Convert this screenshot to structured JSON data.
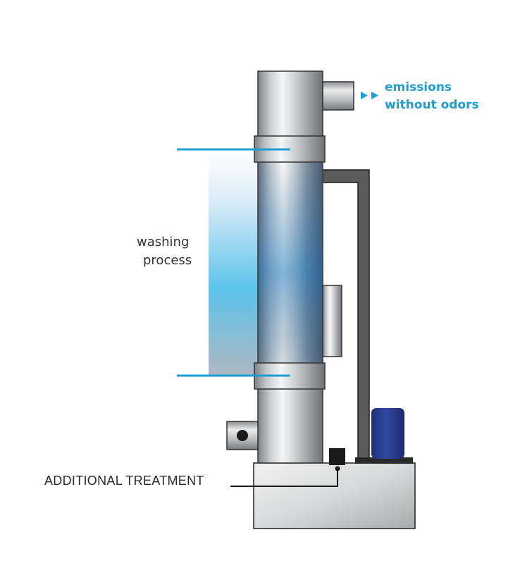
{
  "labels": {
    "emissions_line1": "emissions",
    "emissions_line2": "without odors",
    "washing_line1": "washing",
    "washing_line2": "process",
    "additional_treatment": "ADDITIONAL TREATMENT"
  },
  "colors": {
    "accent_blue": "#1a9fd8",
    "motor_blue": "#2a3f95",
    "pipe_dark": "#595959",
    "text_dark": "#333333"
  }
}
